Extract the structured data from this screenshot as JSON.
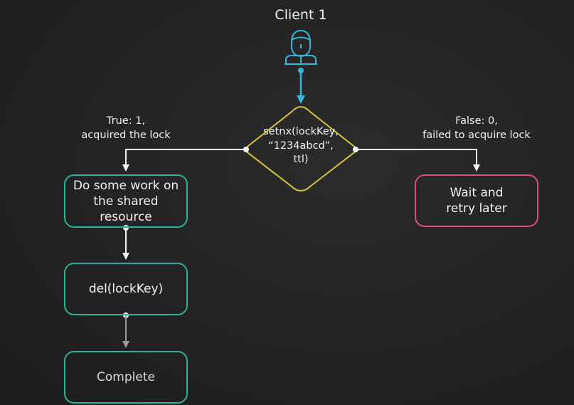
{
  "title": "Client 1",
  "decision": {
    "line1": "setnx(lockKey,",
    "line2": "“1234abcd”,",
    "line3": "ttl)"
  },
  "true_branch": {
    "line1": "True: 1,",
    "line2": "acquired the lock"
  },
  "false_branch": {
    "line1": "False: 0,",
    "line2": "failed to acquire lock"
  },
  "nodes": {
    "work": {
      "line1": "Do some work on",
      "line2": "the shared",
      "line3": "resource"
    },
    "del": {
      "label": "del(lockKey)"
    },
    "complete": {
      "label": "Complete"
    },
    "wait": {
      "line1": "Wait and",
      "line2": "retry later"
    }
  },
  "colors": {
    "client_icon": "#35b6da",
    "connector_client": "#35b6da",
    "diamond": "#d8c23a",
    "success_nodes": "#2bb39a",
    "failure_node": "#d94f74",
    "connector": "#f2f2f2"
  },
  "icons": {
    "client": "user-icon"
  }
}
